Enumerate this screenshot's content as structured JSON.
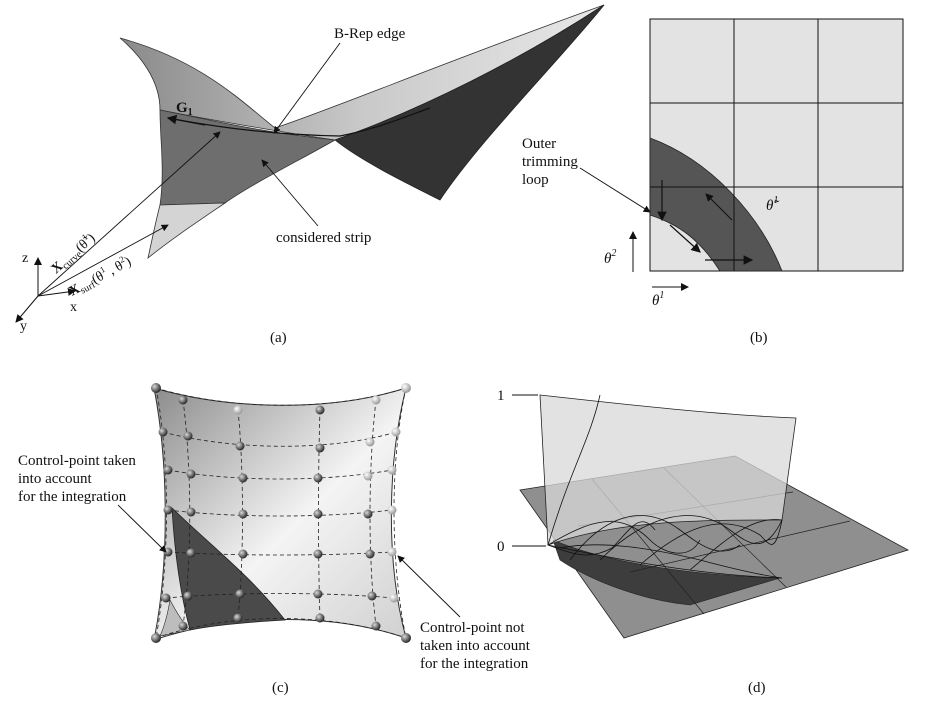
{
  "panel_a": {
    "caption": "(a)",
    "brep_edge": "B-Rep edge",
    "considered_strip": "considered strip",
    "g1": "G",
    "g1_sub": "1",
    "xcurve": {
      "base": "X",
      "sub": "curve",
      "arg": "(θ̃",
      "argsup": "1",
      "close": ")"
    },
    "xsurf": {
      "base": "X",
      "sub": "surf",
      "arg": "(θ",
      "argsup1": "1",
      "mid": " , θ",
      "argsup2": "2",
      "close": ")"
    },
    "axis_z": "z",
    "axis_x": "x",
    "axis_y": "y"
  },
  "panel_b": {
    "caption": "(b)",
    "outer_line1": "Outer",
    "outer_line2": "trimming",
    "outer_line3": "loop",
    "theta_tilde": "θ̃",
    "theta_tilde_sup": "1",
    "theta2": "θ",
    "theta2_sup": "2",
    "theta1": "θ",
    "theta1_sup": "1"
  },
  "panel_c": {
    "caption": "(c)",
    "taken_line1": "Control-point taken",
    "taken_line2": "into account",
    "taken_line3": "for the integration",
    "not_line1": "Control-point not",
    "not_line2": "taken into account",
    "not_line3": "for the integration"
  },
  "panel_d": {
    "caption": "(d)",
    "tick_1": "1",
    "tick_0": "0"
  },
  "colors": {
    "surface_light": "#b8b8b8",
    "surface_mid": "#7a7a7a",
    "surface_dark": "#3a3a3a",
    "grid_fill": "#e3e3e3",
    "trim_fill": "#555555"
  }
}
